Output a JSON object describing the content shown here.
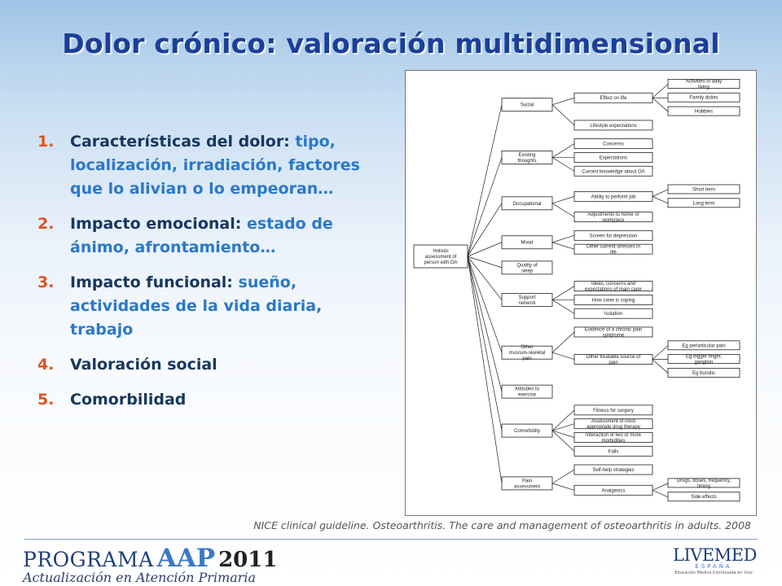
{
  "slide": {
    "title": "Dolor crónico: valoración multidimensional",
    "items": [
      {
        "num": "1.",
        "label": "Características del dolor:",
        "detail": "tipo, localización, irradiación, factores que lo alivian o lo empeoran…"
      },
      {
        "num": "2.",
        "label": "Impacto emocional:",
        "detail": "estado de ánimo, afrontamiento…"
      },
      {
        "num": "3.",
        "label": "Impacto funcional:",
        "detail": "sueño, actividades de la vida diaria, trabajo"
      },
      {
        "num": "4.",
        "label": "Valoración social",
        "detail": ""
      },
      {
        "num": "5.",
        "label": "Comorbilidad",
        "detail": ""
      }
    ],
    "caption": "NICE clinical guideline. Osteoarthritis. The care and management of osteoarthritis in adults. 2008"
  },
  "diagram": {
    "root": "Holistic assessment of person with OA",
    "categories": [
      {
        "label": "Social",
        "subs": [
          {
            "label": "Effect on life",
            "leaves": [
              "Activities of daily living",
              "Family duties",
              "Hobbies"
            ]
          },
          {
            "label": "Lifestyle expectations",
            "leaves": []
          }
        ]
      },
      {
        "label": "Existing thoughts",
        "subs": [
          {
            "label": "Concerns",
            "leaves": []
          },
          {
            "label": "Expectations",
            "leaves": []
          },
          {
            "label": "Current knowledge about OA",
            "leaves": []
          }
        ]
      },
      {
        "label": "Occupational",
        "subs": [
          {
            "label": "Ability to perform job",
            "leaves": [
              "Short term",
              "Long term"
            ]
          },
          {
            "label": "Adjustments to home or workplace",
            "leaves": []
          }
        ]
      },
      {
        "label": "Mood",
        "subs": [
          {
            "label": "Screen for depression",
            "leaves": []
          },
          {
            "label": "Other current stresses in life",
            "leaves": []
          }
        ]
      },
      {
        "label": "Quality of sleep",
        "subs": []
      },
      {
        "label": "Support network",
        "subs": [
          {
            "label": "Ideas, concerns and expectations of main carer",
            "leaves": []
          },
          {
            "label": "How carer is coping",
            "leaves": []
          },
          {
            "label": "Isolation",
            "leaves": []
          }
        ]
      },
      {
        "label": "Other musculo-skeletal pain",
        "subs": [
          {
            "label": "Evidence of a chronic pain syndrome",
            "leaves": []
          },
          {
            "label": "Other treatable source of pain",
            "leaves": [
              "Eg periarticular pain",
              "Eg trigger finger, ganglion",
              "Eg bursitis"
            ]
          }
        ]
      },
      {
        "label": "Attitudes to exercise",
        "subs": []
      },
      {
        "label": "Comorbidity",
        "subs": [
          {
            "label": "Fitness for surgery",
            "leaves": []
          },
          {
            "label": "Assessment of most appropriate drug therapy",
            "leaves": []
          },
          {
            "label": "Interaction of two or more morbidities",
            "leaves": []
          },
          {
            "label": "Falls",
            "leaves": []
          }
        ]
      },
      {
        "label": "Pain assessment",
        "subs": [
          {
            "label": "Self-help strategies",
            "leaves": []
          },
          {
            "label": "Analgesics",
            "leaves": [
              "Drugs, doses, frequency, timing",
              "Side effects"
            ]
          }
        ]
      }
    ]
  },
  "footer": {
    "logo_programa": "PROGRAMA",
    "logo_aap": "AAP",
    "logo_year": "2011",
    "logo_subtitle": "Actualización en Atención Primaria",
    "livemed_main": "LIVEMED",
    "livemed_country": "ESPAÑA",
    "livemed_tagline": "Educación Médica Continuada en Vivo"
  },
  "colors": {
    "title": "#1b3f9a",
    "number": "#e0521f",
    "label": "#17375e",
    "detail": "#2b78c9"
  }
}
